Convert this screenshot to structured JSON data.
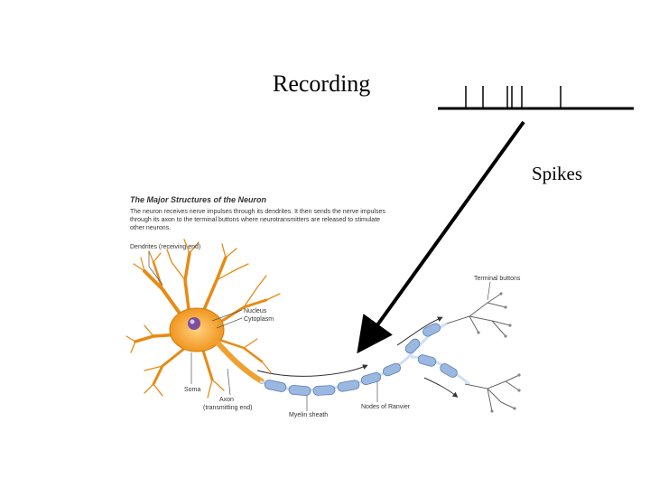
{
  "slide": {
    "recording_label": "Recording",
    "spikes_label": "Spikes"
  },
  "figure": {
    "title": "The Major Structures of the Neuron",
    "caption_lines": [
      "The neuron receives nerve impulses through its dendrites. It then sends the nerve impulses",
      "through its axon to the terminal buttons where neurotransmitters are released to stimulate",
      "other neurons."
    ],
    "labels": {
      "dendrites": "Dendrites (receiving end)",
      "nucleus": "Nucleus",
      "cytoplasm": "Cytoplasm",
      "soma": "Soma",
      "axon_line1": "Axon",
      "axon_line2": "(transmitting end)",
      "myelin": "Myelin sheath",
      "nodes": "Nodes of Ranvier",
      "terminal": "Terminal buttons"
    },
    "colors": {
      "soma": "#f5a623",
      "nucleus": "#7a4fa0",
      "myelin": "#9ab8e0",
      "arrow": "#000000"
    }
  },
  "spike_train": {
    "spike_count": 6
  }
}
